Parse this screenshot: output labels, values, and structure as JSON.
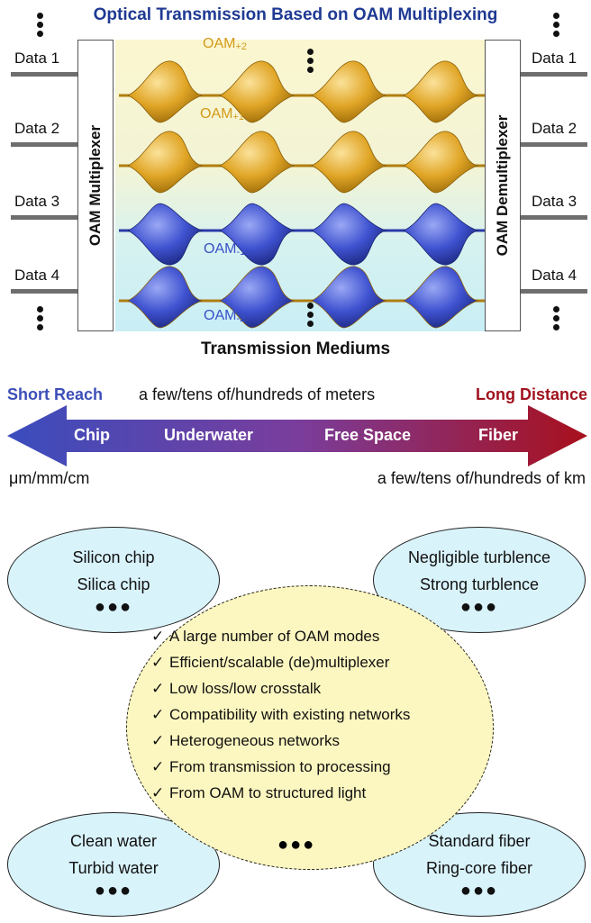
{
  "title": "Optical Transmission Based on OAM Multiplexing",
  "multiplexer_label": "OAM Multiplexer",
  "demultiplexer_label": "OAM Demultiplexer",
  "data_channels": [
    "Data 1",
    "Data 2",
    "Data 3",
    "Data 4"
  ],
  "modes": [
    {
      "base": "OAM",
      "sub": "+2",
      "color": "#d39a1a"
    },
    {
      "base": "OAM",
      "sub": "+1",
      "color": "#d39a1a"
    },
    {
      "base": "OAM",
      "sub": "-1",
      "color": "#3a4fc8"
    },
    {
      "base": "OAM",
      "sub": "-2",
      "color": "#3a4fc8"
    }
  ],
  "mediums_title": "Transmission Mediums",
  "reach": {
    "short_label": "Short Reach",
    "long_label": "Long Distance",
    "top_distance": "a few/tens of/hundreds of meters",
    "left_units": "μm/mm/cm",
    "right_units": "a few/tens of/hundreds of km",
    "short_color": "#3d4fb8",
    "long_color": "#a0121e"
  },
  "arrow_labels": [
    "Chip",
    "Underwater",
    "Free Space",
    "Fiber"
  ],
  "ellipses": {
    "chip": [
      "Silicon chip",
      "Silica chip"
    ],
    "free_space": [
      "Negligible turblence",
      "Strong turblence"
    ],
    "water": [
      "Clean water",
      "Turbid water"
    ],
    "fiber": [
      "Standard fiber",
      "Ring-core fiber"
    ]
  },
  "checks": [
    "A large number of OAM modes",
    "Efficient/scalable (de)multiplexer",
    "Low loss/low crosstalk",
    "Compatibility with existing networks",
    "Heterogeneous networks",
    "From transmission to processing",
    "From OAM to structured light"
  ],
  "check_mark": "✓",
  "ellipsis": "●●●"
}
